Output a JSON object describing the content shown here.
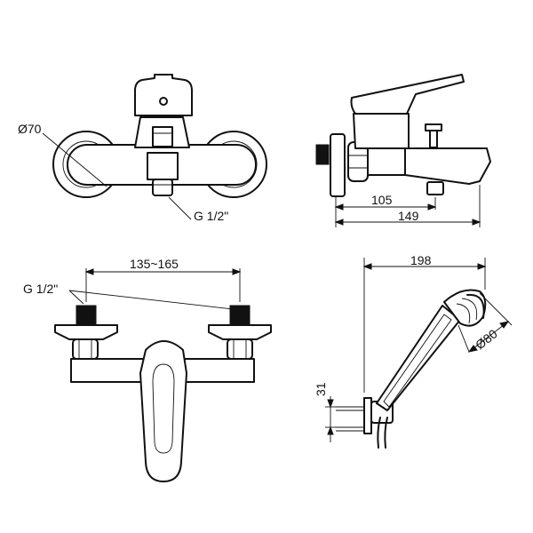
{
  "dimensions": {
    "front_diameter": "Ø70",
    "front_thread": "G 1/2\"",
    "side_depth_inner": "105",
    "side_depth_outer": "149",
    "bottom_spacing": "135~165",
    "bottom_thread": "G 1/2\"",
    "hand_width": "198",
    "hand_diameter": "Ø80",
    "hand_holder_height": "31"
  },
  "colors": {
    "line": "#111111",
    "background": "#ffffff"
  }
}
